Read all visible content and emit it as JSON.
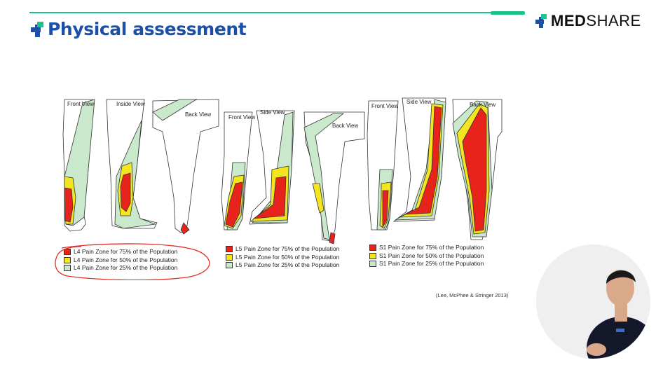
{
  "header": {
    "title": "Physical assessment"
  },
  "logo": {
    "bold": "MED",
    "light": "SHARE"
  },
  "colors": {
    "red": "#e8231c",
    "yellow": "#f3e520",
    "green": "#c9e8cc",
    "title_blue": "#1c4fa8",
    "accent_green": "#1fbf8f"
  },
  "figure": {
    "views": {
      "l4_front": "Front View",
      "l4_inside": "Inside View",
      "l4_back": "Back View",
      "l5_front": "Front View",
      "l5_side": "Side View",
      "l5_back": "Back View",
      "s1_front": "Front View",
      "s1_side": "Side View",
      "s1_back": "Back View"
    },
    "legends": {
      "l4": [
        "L4 Pain Zone for 75% of the Population",
        "L4 Pain Zone for 50% of the Population",
        "L4 Pain Zone for 25% of the Population"
      ],
      "l5": [
        "L5 Pain Zone for 75% of the Population",
        "L5 Pain Zone for 50% of the Population",
        "L5 Pain Zone for 25% of the Population"
      ],
      "s1": [
        "S1 Pain Zone for 75% of the Population",
        "S1 Pain Zone for 50% of the Population",
        "S1 Pain Zone for 25% of the Population"
      ]
    }
  },
  "citation": "(Lee, McPhee & Stringer 2013)"
}
